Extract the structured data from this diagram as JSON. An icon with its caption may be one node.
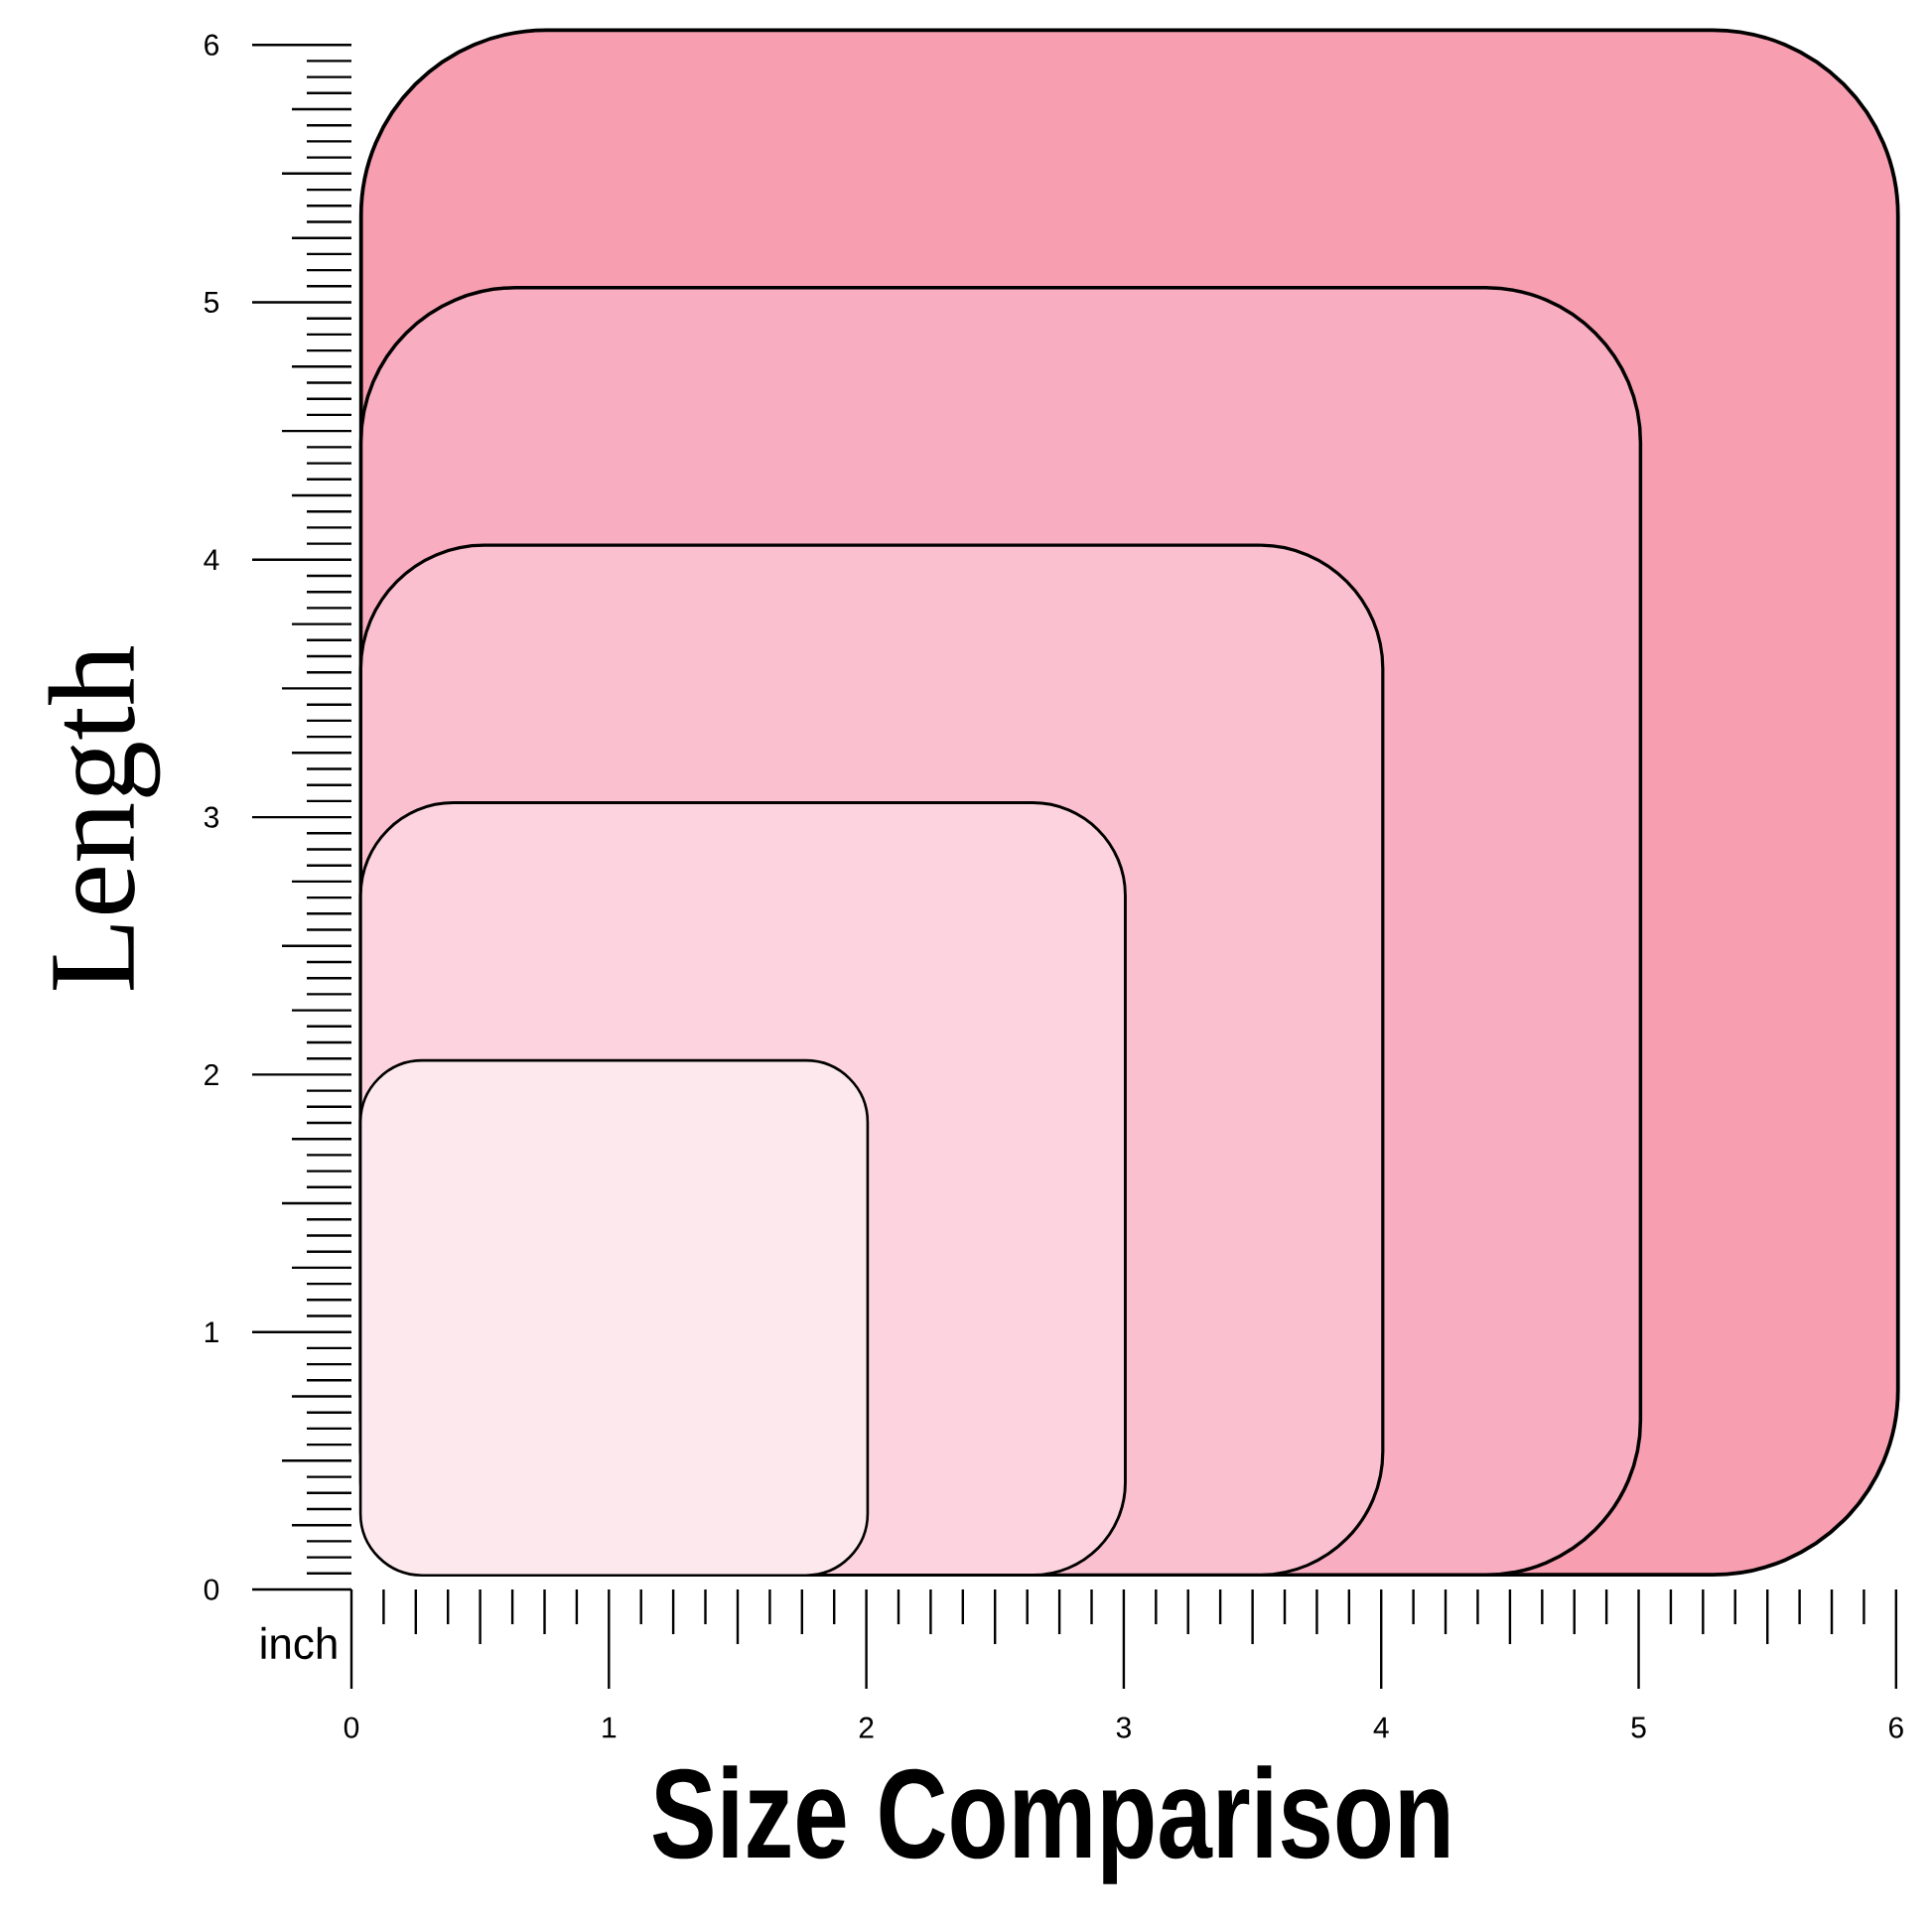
{
  "diagram": {
    "title": "Size Comparison",
    "nodes": [
      {
        "text": [],
        "shape": "box"
      },
      {
        "text": [],
        "shape": "box",
        "in": 0
      },
      {
        "text": [],
        "shape": "box",
        "in": 1
      },
      {
        "text": [],
        "shape": "box",
        "in": 2
      },
      {
        "text": [],
        "shape": "box",
        "in": 3
      }
    ],
    "labels": [
      "Length",
      "6",
      "5",
      "4",
      "3",
      "2",
      "1",
      "0",
      "inch",
      "0",
      "1",
      "2",
      "3",
      "4",
      "5",
      "6"
    ]
  }
}
